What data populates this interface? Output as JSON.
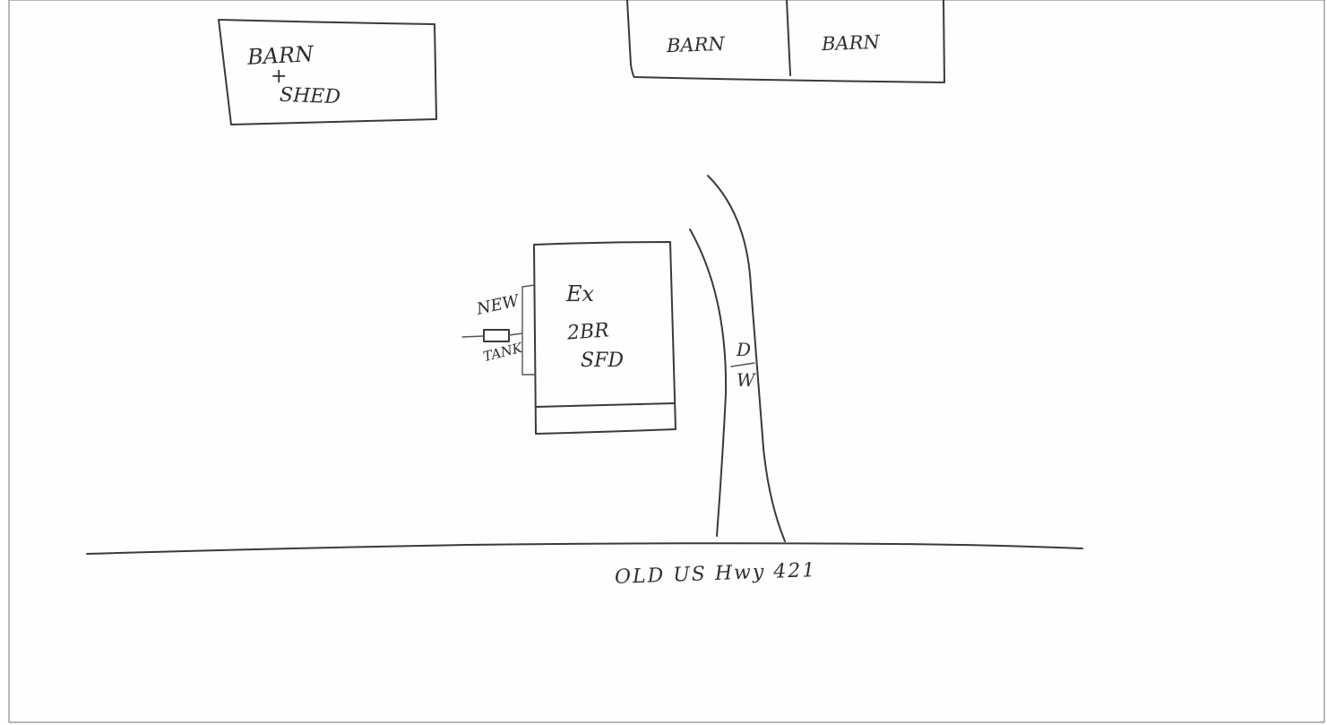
{
  "sketch": {
    "barn_shed": {
      "line1": "BARN",
      "line2": "+",
      "line3": "SHED"
    },
    "barns": [
      {
        "label": "BARN"
      },
      {
        "label": "BARN"
      }
    ],
    "house": {
      "line1": "Ex",
      "line2": "2BR",
      "line3": "SFD"
    },
    "tank": {
      "label_top": "NEW",
      "label_bottom": "TANK"
    },
    "driveway": {
      "label_top": "D",
      "label_bottom": "W"
    },
    "road": {
      "label": "OLD US Hwy 421"
    }
  },
  "colors": {
    "ink": "#3a3a3a",
    "paper": "#fefefe"
  }
}
